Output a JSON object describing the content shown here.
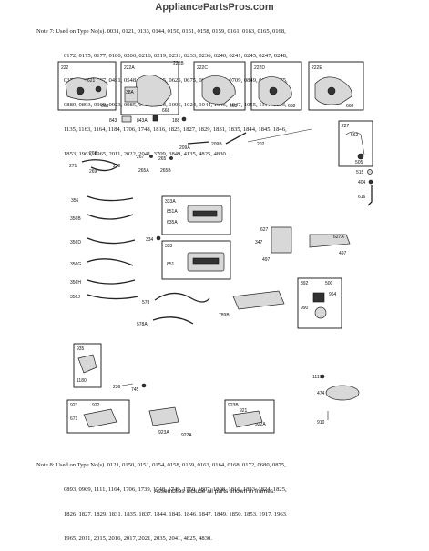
{
  "watermark": "AppliancePartsPros.com",
  "note7": {
    "lines": [
      "Note 7: Used on Type No(s). 0031, 0121, 0133, 0144, 0150, 0151, 0158, 0159, 0161, 0163, 0165, 0168,",
      "0172, 0175, 0177, 0180, 0200, 0216, 0219, 0231, 0233, 0236, 0240, 0241, 0245, 0247, 0248,",
      "0378, 0454, 0487, 0491, 0548, 0555, 0615, 0625, 0675, 0677, 0678, 0709, 0849, 0867, 0875,",
      "0880, 0893, 0909, 0923, 0985, 0992, 1003, 1006, 1024, 1044, 1045, 1047, 1055, 1111, 1133,",
      "1135, 1163, 1164, 1184, 1706, 1748, 1816, 1825, 1827, 1829, 1831, 1835, 1844, 1845, 1846,",
      "1853, 1963, 1965, 2011, 2022, 2041, 3709, 3849, 4135, 4825, 4830."
    ]
  },
  "note8": {
    "lines": [
      "Note 8: Used on Type No(s). 0121, 0150, 0151, 0154, 0158, 0159, 0163, 0164, 0168, 0172, 0680, 0875,",
      "0893, 0909, 1111, 1164, 1706, 1739, 1748, 1749, 1750, 1807, 1808, 1816, 1823, 1824, 1825,",
      "1826, 1827, 1829, 1831, 1835, 1837, 1844, 1845, 1846, 1847, 1849, 1850, 1853, 1917, 1963,",
      "1965, 2011, 2015, 2016, 2017, 2021, 2035, 2041, 4825, 4830."
    ]
  },
  "footer": "Assemblies include all parts shown in frames.",
  "labels": {
    "f222": "222",
    "f222a": "222A",
    "f222b": "222B",
    "f222c": "222C",
    "f222d": "222D",
    "f222e": "222E",
    "n621": "621",
    "n668a": "668",
    "n668b": "668",
    "n668c": "668",
    "n668d": "668",
    "n668e": "668",
    "n38a": "38A",
    "n843": "843",
    "n843a": "843A",
    "n188": "188",
    "f227": "227",
    "n562": "562",
    "n505": "505",
    "n515": "515",
    "n404": "404",
    "n616": "616",
    "n268": "268",
    "n271": "271",
    "n269": "269",
    "n270": "270",
    "n267": "267",
    "n265": "265",
    "n265a": "265A",
    "n265b": "265B",
    "n209a": "209A",
    "n209b": "209B",
    "n202": "202",
    "n356": "356",
    "n356b": "356B",
    "n356d": "356D",
    "n356g": "356G",
    "n356h": "356H",
    "n356j": "356J",
    "f333a": "333A",
    "n851a": "851A",
    "n635a": "635A",
    "f333": "333",
    "n851": "851",
    "n334": "334",
    "n627": "627",
    "n347": "347",
    "n497a": "497",
    "n627a": "627A",
    "n497b": "497",
    "n578": "578",
    "n578a": "578A",
    "n789b": "789B",
    "f892": "892",
    "n500": "500",
    "n964": "964",
    "n990": "990",
    "f935": "935",
    "n1180": "1180",
    "n236": "236",
    "n745": "745",
    "n1119": "1119",
    "n474": "474",
    "n910": "910",
    "f923": "923",
    "n671": "671",
    "n922": "922",
    "n923a": "923A",
    "n922a": "922A",
    "f923b": "923B",
    "n921": "921",
    "n922a2": "922A"
  }
}
